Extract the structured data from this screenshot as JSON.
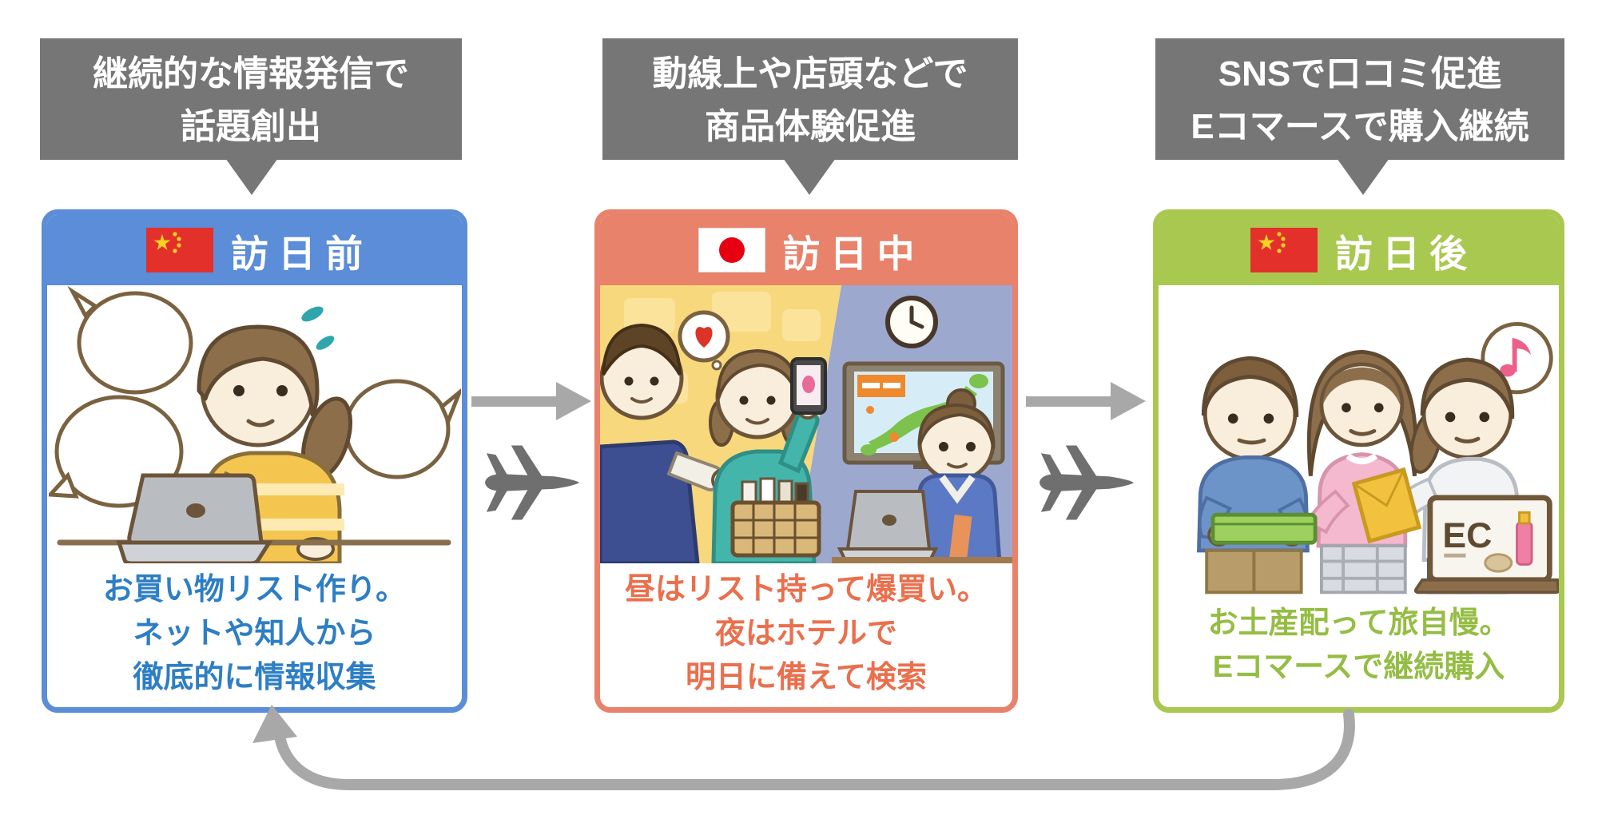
{
  "callouts": [
    {
      "lines": [
        "継続的な情報発信で",
        "話題創出"
      ]
    },
    {
      "lines": [
        "動線上や店頭などで",
        "商品体験促進"
      ]
    },
    {
      "lines": [
        "SNSで口コミ促進",
        "Eコマースで購入継続"
      ]
    }
  ],
  "stages": [
    {
      "title": "訪日前",
      "flag": "china",
      "caption_lines": [
        "お買い物リスト作り。",
        "ネットや知人から",
        "徹底的に情報収集"
      ],
      "accent_color": "#5b8dd8",
      "caption_color": "#2d7ec4",
      "illustration": "woman-researching-on-laptop-with-speech-bubbles"
    },
    {
      "title": "訪日中",
      "flag": "japan",
      "caption_lines": [
        "昼はリスト持って爆買い。",
        "夜はホテルで",
        "明日に備えて検索"
      ],
      "accent_color": "#e8826a",
      "caption_color": "#ea6f4d",
      "illustration": "daytime-store-shopping-and-night-hotel-search"
    },
    {
      "title": "訪日後",
      "flag": "china",
      "caption_lines": [
        "お土産配って旅自慢。",
        "Eコマースで継続購入"
      ],
      "accent_color": "#a9c850",
      "caption_color": "#95bd44",
      "ec_screen_label": "EC",
      "illustration": "sharing-souvenirs-with-friends-and-ec-repurchase"
    }
  ],
  "connectors": {
    "forward_arrow_color": "#a8a8a8",
    "airplane_color": "#6f6f6f",
    "return_arrow_color": "#a8a8a8"
  },
  "colors": {
    "callout_bg": "#767676",
    "callout_text": "#ffffff",
    "title_text": "#ffffff",
    "china_flag_red": "#e4302a",
    "china_flag_yellow": "#fbd224",
    "japan_flag_red": "#e60012"
  }
}
